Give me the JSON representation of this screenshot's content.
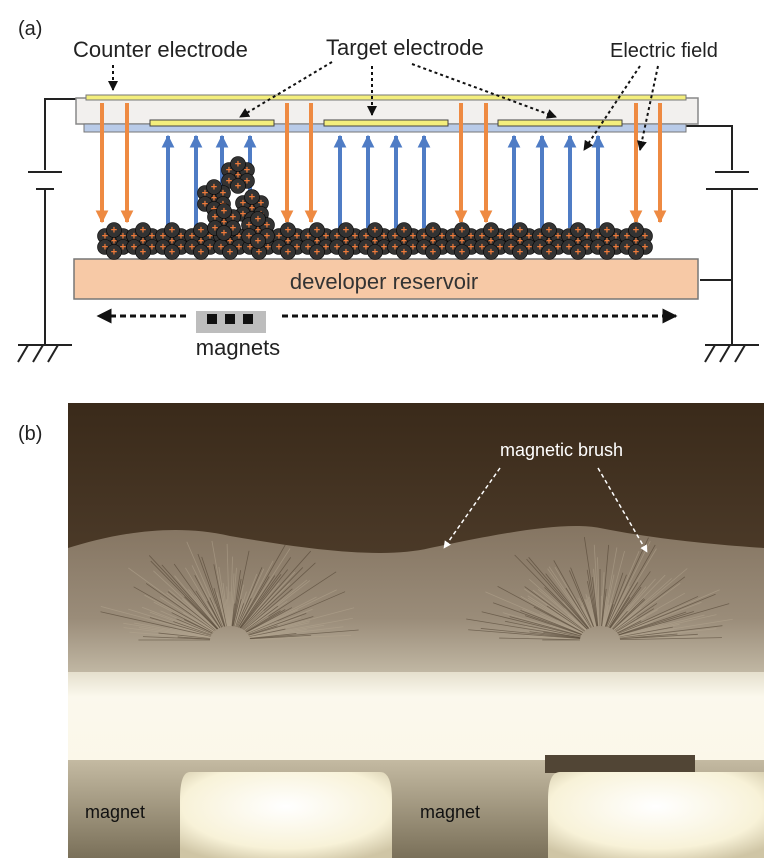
{
  "panel_a": {
    "label": "(a)",
    "counter_electrode_label": "Counter electrode",
    "target_electrode_label": "Target electrode",
    "electric_field_label": "Electric field",
    "reservoir_label": "developer reservoir",
    "magnets_label": "magnets",
    "particle_symbol": "+",
    "colors": {
      "counter_plate": "#f2f0ee",
      "target_plate": "#b9cbe8",
      "electrode_strip": "#f3ee7c",
      "field_orange": "#ee8a42",
      "field_blue": "#4f7cc5",
      "reservoir": "#f7c9a6",
      "particle": "#333333",
      "charge": "#ef7a3a",
      "magnet_block": "#bdbdbd"
    }
  },
  "panel_b": {
    "label": "(b)",
    "magnetic_brush_label": "magnetic brush",
    "magnet_label_left": "magnet",
    "magnet_label_right": "magnet",
    "colors": {
      "background_dark": "#3f2f1f",
      "bright_band": "#fbf7e8",
      "magnet_face": "#f8f2d8"
    }
  }
}
